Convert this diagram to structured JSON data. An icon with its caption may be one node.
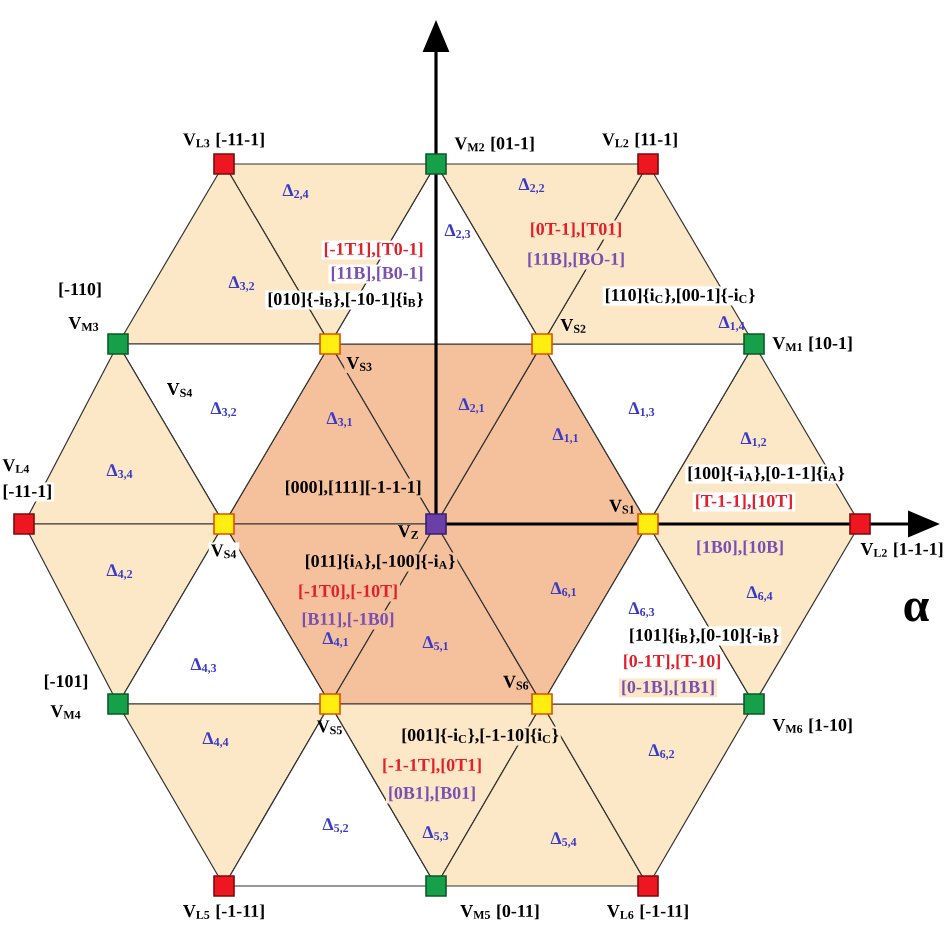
{
  "diagram": {
    "nodes": [
      {
        "text": [
          "Δ$_{1,1}$"
        ]
      },
      {
        "text": [
          "Δ$_{1,2}$"
        ]
      },
      {
        "text": [
          "Δ$_{1,3}$"
        ]
      },
      {
        "text": [
          "Δ$_{1,4}$"
        ]
      },
      {
        "text": [
          "Δ$_{2,1}$"
        ]
      },
      {
        "text": [
          "Δ$_{2,2}$"
        ]
      },
      {
        "text": [
          "Δ$_{2,3}$"
        ]
      },
      {
        "text": [
          "Δ$_{2,4}$"
        ]
      },
      {
        "text": [
          "Δ$_{3,1}$"
        ]
      },
      {
        "text": [
          "Δ$_{3,2}$"
        ]
      },
      {
        "text": [
          "Δ$_{3,2}$"
        ]
      },
      {
        "text": [
          "Δ$_{3,4}$"
        ]
      },
      {
        "text": [
          "Δ$_{4,1}$"
        ]
      },
      {
        "text": [
          "Δ$_{4,2}$"
        ]
      },
      {
        "text": [
          "Δ$_{4,3}$"
        ]
      },
      {
        "text": [
          "Δ$_{4,4}$"
        ]
      },
      {
        "text": [
          "Δ$_{5,1}$"
        ]
      },
      {
        "text": [
          "Δ$_{5,2}$"
        ]
      },
      {
        "text": [
          "Δ$_{5,3}$"
        ]
      },
      {
        "text": [
          "Δ$_{5,4}$"
        ]
      },
      {
        "text": [
          "Δ$_{6,1}$"
        ]
      },
      {
        "text": [
          "Δ$_{6,2}$"
        ]
      },
      {
        "text": [
          "Δ$_{6,3}$"
        ]
      },
      {
        "text": [
          "Δ$_{6,4}$"
        ]
      },
      {
        "text": [],
        "shape": "box",
        "beside": [
          "V$_{Z}$"
        ]
      },
      {
        "text": [],
        "shape": "box",
        "beside": [
          "V$_{S1}$"
        ]
      },
      {
        "text": [],
        "shape": "box",
        "beside": [
          "V$_{S2}$"
        ]
      },
      {
        "text": [],
        "shape": "box",
        "beside": [
          "V$_{S3}$"
        ]
      },
      {
        "text": [],
        "shape": "box",
        "beside": [
          "V$_{S4}$"
        ]
      },
      {
        "text": [],
        "shape": "box",
        "beside": [
          "V$_{S5}$"
        ]
      },
      {
        "text": [],
        "shape": "box",
        "beside": [
          "V$_{S6}$"
        ]
      },
      {
        "text": [],
        "shape": "box"
      },
      {
        "text": [],
        "shape": "box",
        "beside": [
          "V$_{M2}$ [01-1]"
        ]
      },
      {
        "text": [],
        "shape": "box",
        "beside": [
          "[-110]",
          "V$_{M3}$"
        ]
      },
      {
        "text": [],
        "shape": "box"
      },
      {
        "text": [],
        "shape": "box",
        "beside": [
          "V$_{M5}$ [0-11]"
        ]
      },
      {
        "text": [],
        "shape": "box",
        "beside": [
          "V$_{M6}$ [1-10]"
        ]
      },
      {
        "text": [],
        "shape": "box",
        "beside": [
          "V$_{L2}$ [1-1-1]"
        ]
      },
      {
        "text": [],
        "shape": "box",
        "beside": [
          "V$_{L2}$ [11-1]"
        ]
      },
      {
        "text": [],
        "shape": "box",
        "beside": [
          "V$_{L3}$ [-11-1]"
        ]
      },
      {
        "text": [],
        "shape": "box"
      },
      {
        "text": [],
        "shape": "box",
        "beside": [
          "V$_{L5}$ [-1-11]"
        ]
      },
      {
        "text": [],
        "shape": "box",
        "beside": [
          "V$_{L6}$ [-1-11]"
        ]
      }
    ],
    "labels": [
      "[0T-1],[T01]",
      "[-1T1],[T0-1]",
      "[11B],[BO-1]",
      "[11B],[B0-1]",
      "[110]{i$_{C}$},[00-1]{-i$_{C}$}",
      "[010]{-i$_{B}$},[-10-1]{i$_{B}$}",
      "V$_{M1}$ [10-1]",
      "V$_{S4}$",
      "V$_{L4}$",
      "[100]{-i$_{A}$},[0-1-1]{i$_{A}$}",
      "[000],[111][-1-1-1]",
      "[-11-1]",
      "[T-1-1],[10T]",
      "[1B0],[10B]",
      "[011]{i$_{A}$},[-100]{-i$_{A}$}",
      "[-1T0],[-10T]",
      "α",
      "[B11],[-1B0]",
      "[101]{i$_{B}$},[0-10]{-i$_{B}$}",
      "[0-1T],[T-10]",
      "[-101]",
      "[0-1B],[1B1]",
      "V$_{M4}$",
      "[001]{-i$_{C}$},[-1-10]{i$_{C}$}",
      "[-1-1T],[0T1]",
      "[0B1],[B01]"
    ]
  }
}
